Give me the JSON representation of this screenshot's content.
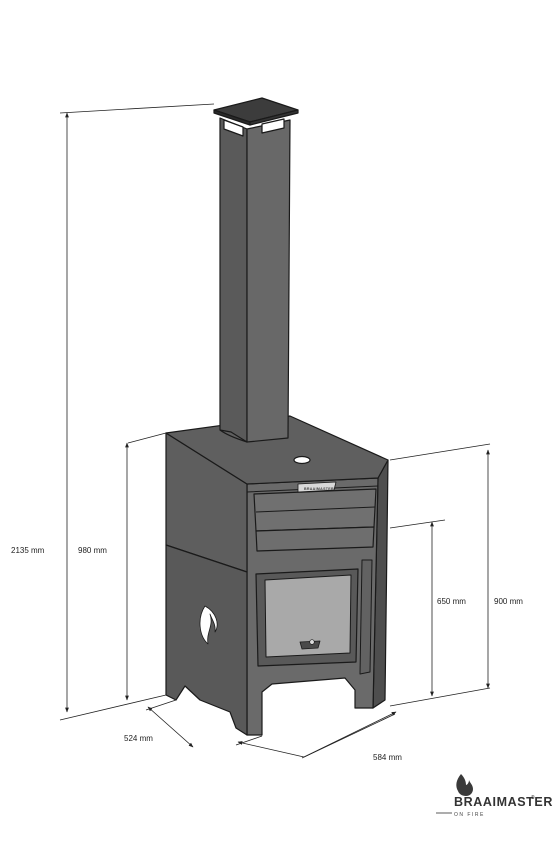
{
  "dimensions": {
    "total_height": "2135 mm",
    "body_height": "980 mm",
    "depth": "524 mm",
    "width": "584 mm",
    "firebox_height": "650 mm",
    "front_height": "900 mm"
  },
  "plate_label": "BRAAIMASTER",
  "brand": {
    "name": "BRAAIMASTER",
    "registered": "®",
    "tagline": "ON FIRE"
  },
  "colors": {
    "steel_dark": "#5a5a5a",
    "steel_mid": "#646464",
    "steel_light": "#6e6e6e",
    "outline": "#1a1a1a"
  }
}
